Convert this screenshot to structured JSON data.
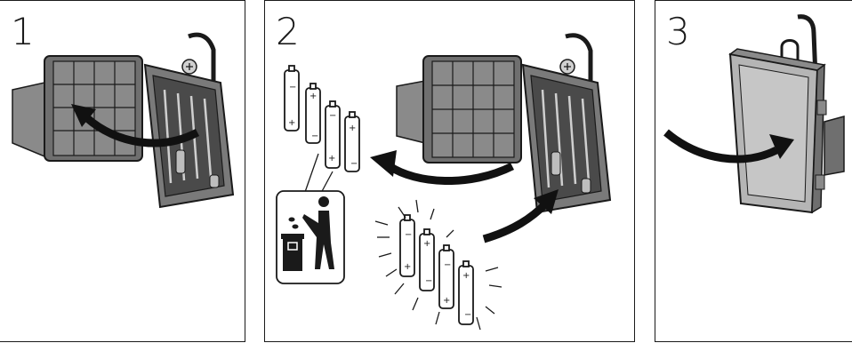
{
  "steps": [
    {
      "number": "1"
    },
    {
      "number": "2"
    },
    {
      "number": "3"
    }
  ],
  "battery_marks": {
    "minus": "−",
    "plus": "+"
  },
  "colors": {
    "stroke": "#1a1a1a",
    "case": "#7a7a7a",
    "case_light": "#b5b5b5",
    "case_dark": "#555555",
    "arrow": "#111111"
  }
}
